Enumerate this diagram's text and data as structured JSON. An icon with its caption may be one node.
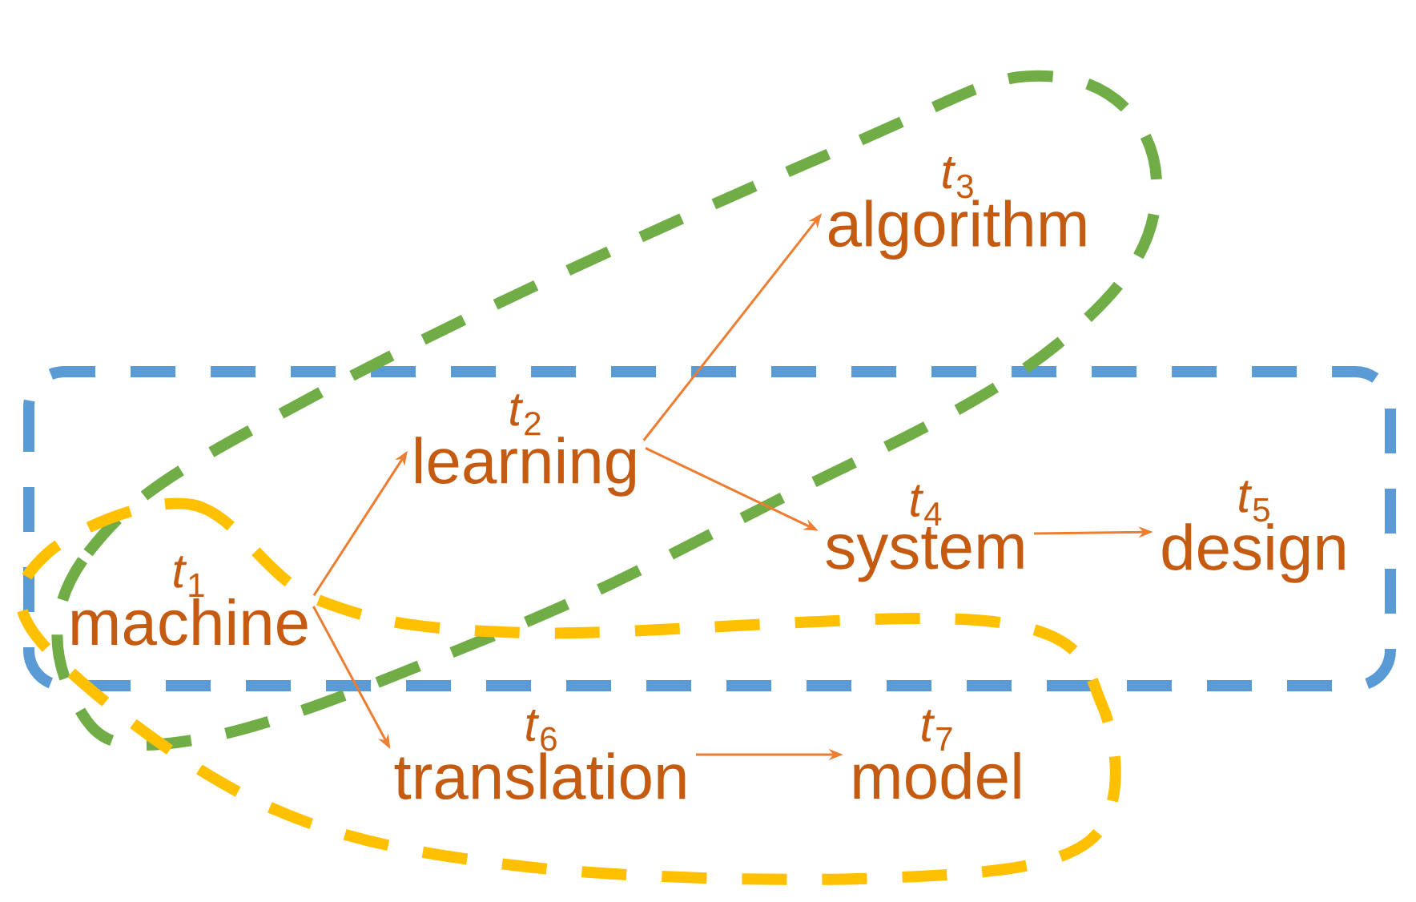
{
  "diagram": {
    "nodes": [
      {
        "text": [
          "*t*$_{1}$",
          "machine"
        ]
      },
      {
        "text": [
          "*t*$_{2}$",
          "learning"
        ]
      },
      {
        "text": [
          "*t*$_{3}$",
          "algorithm"
        ]
      },
      {
        "text": [
          "*t*$_{4}$",
          "system"
        ]
      },
      {
        "text": [
          "*t*$_{5}$",
          "design"
        ]
      },
      {
        "text": [
          "*t*$_{6}$",
          "translation"
        ]
      },
      {
        "text": [
          "*t*$_{7}$",
          "model"
        ]
      }
    ],
    "edges": [
      {
        "from": 0,
        "to": 1,
        "arrow": "to"
      },
      {
        "from": 0,
        "to": 5,
        "arrow": "to"
      },
      {
        "from": 1,
        "to": 2,
        "arrow": "to"
      },
      {
        "from": 1,
        "to": 3,
        "arrow": "to"
      },
      {
        "from": 3,
        "to": 4,
        "arrow": "to"
      },
      {
        "from": 5,
        "to": 6,
        "arrow": "to"
      }
    ]
  }
}
